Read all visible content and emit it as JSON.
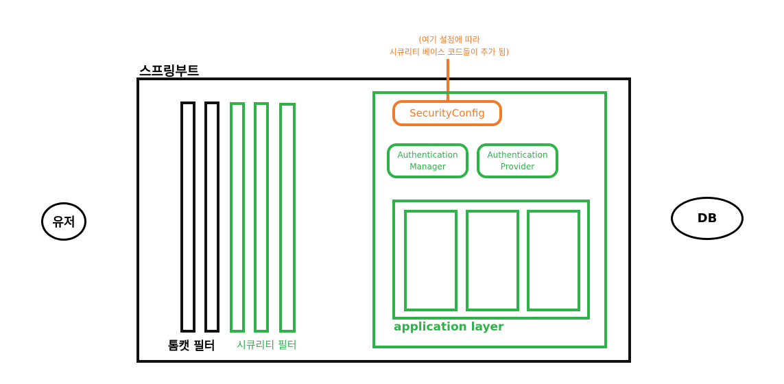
{
  "user": {
    "label": "유저"
  },
  "db": {
    "label": "DB"
  },
  "springboot": {
    "label": "스프링부트"
  },
  "filters": {
    "tomcat_label": "톰캣 필터",
    "security_label": "시큐리티 필터"
  },
  "config_note": {
    "line1": "(여기 설정에 따라",
    "line2": "시큐리티 베이스 코드들이 추가 됨)"
  },
  "security_config": {
    "label": "SecurityConfig"
  },
  "auth_manager": {
    "line1": "Authentication",
    "line2": "Manager"
  },
  "auth_provider": {
    "line1": "Authentication",
    "line2": "Provider"
  },
  "app_layer": {
    "label": "application layer"
  },
  "colors": {
    "black": "#111111",
    "green": "#2fb24a",
    "orange": "#f07a2a"
  }
}
